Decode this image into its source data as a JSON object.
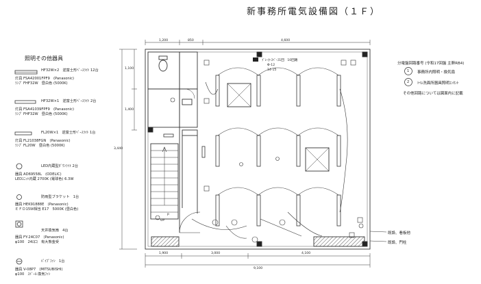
{
  "title": "新事務所電気設備図（１Ｆ）",
  "legend": {
    "heading": "照明その他器具",
    "items": [
      {
        "l1": "HF32W×2　逆富士形ﾍﾞｰｽﾗｲﾄ 12台",
        "l2": "灯具 FSA42001FPF9　(Panasonic)",
        "l3": "ﾗﾝﾌﾟ FHF32W　昼白色 (5000K)"
      },
      {
        "l1": "HF32W×1　逆富士形ﾍﾞｰｽﾗｲﾄ 2台",
        "l2": "灯具 FSA41039FPF9　(Panasonic)",
        "l3": "ﾗﾝﾌﾟ FHF32W　昼白色 (5000K)"
      },
      {
        "l1": "FL20W×1　逆富士形ﾍﾞｰｽﾗｲﾄ 1台",
        "l2": "灯具 FL21038FGN　(Panasonic)",
        "l3": "ﾗﾝﾌﾟ FL20W　昼白色 (5000K)"
      },
      {
        "l1": "LED内蔵型ﾀﾞｳﾝﾗｲﾄ 2台",
        "l2": "器具 AD69558L　(ODELIC)",
        "l3": "LEDﾕﾆｯﾄ内蔵 2700K (電球色) 6.3W"
      },
      {
        "l1": "防雨型ブラケット　1台",
        "l2": "器具 HEK91888E　(Panasonic)",
        "l3": "ＥＦＤ15Ｗ相当 E17　5000K (昼白色)"
      },
      {
        "l1": "天井換気扇　4台",
        "l2": "器具 FY-24C07　(Panasonic)",
        "l3": "φ100　24ﾛ口　有大熊金受"
      },
      {
        "l1": "ﾊﾟｲﾌﾟﾌｧﾝ　1台",
        "l2": "器具 V-08P7　(MITSUBISHI)",
        "l3": "φ100　ｽﾄﾞｰﾙ·換気ﾌｧﾝ"
      }
    ]
  },
  "panel_note": {
    "header": "分電盤回路番号 (令和17回盤 主幹RB4)",
    "c1_num": "1",
    "c1": "事務所内照明・換気扇",
    "c2_num": "2",
    "c2": "ﾄｲﾚ洗面所器具照明ｺﾝｾﾝﾄ",
    "footer": "その他回路については図面内に記載"
  },
  "dims": {
    "top1": "1,200",
    "top2": "850",
    "top3": "4,600",
    "left1": "1,100",
    "left2": "1,400",
    "left3": "3,440",
    "bot1": "1,900",
    "bot2": "3,000",
    "bot3": "4,100",
    "bottom_total": "9,100"
  },
  "plan_labels": {
    "panel_tag": "ﾌﾞﾚｰｶｰｽﾍﾟｰｽ1回　10回路",
    "panel_sub1": "Φ-12",
    "panel_sub2": "14-15",
    "arrow_up": "UP",
    "p_mark": "P",
    "right_label_1": "既設、看板他",
    "right_label_2": "既設、門柱"
  }
}
